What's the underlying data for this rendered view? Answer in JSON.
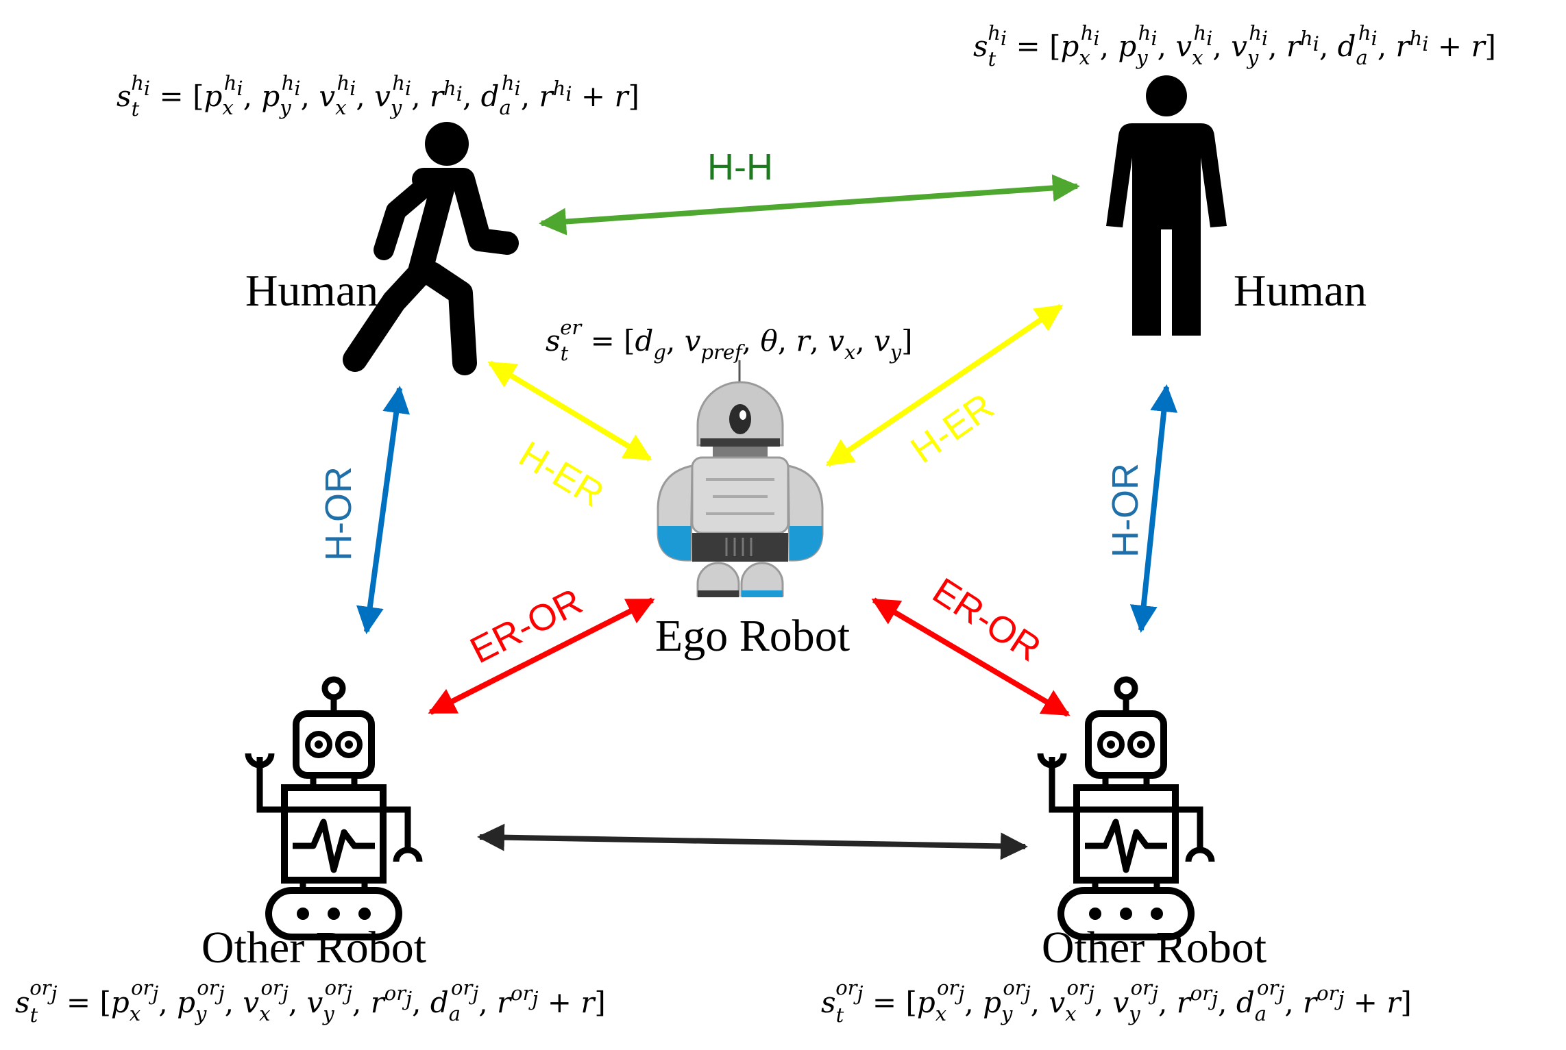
{
  "nodes": {
    "human_left": {
      "label": "Human",
      "icon": "walking-person-icon"
    },
    "human_right": {
      "label": "Human",
      "icon": "standing-person-icon"
    },
    "ego_robot": {
      "label": "Ego Robot",
      "icon": "humanoid-robot-icon"
    },
    "other_robot_left": {
      "label": "Other Robot",
      "icon": "tracked-robot-icon"
    },
    "other_robot_right": {
      "label": "Other Robot",
      "icon": "tracked-robot-icon"
    }
  },
  "edges": {
    "h_h": {
      "label": "H-H",
      "color": "#4ea72e"
    },
    "h_er_left": {
      "label": "H-ER",
      "color": "#ffff00"
    },
    "h_er_right": {
      "label": "H-ER",
      "color": "#ffff00"
    },
    "h_or_left": {
      "label": "H-OR",
      "color": "#0070c0"
    },
    "h_or_right": {
      "label": "H-OR",
      "color": "#0070c0"
    },
    "er_or_left": {
      "label": "ER-OR",
      "color": "#ff0000"
    },
    "er_or_right": {
      "label": "ER-OR",
      "color": "#ff0000"
    },
    "or_or": {
      "label": "",
      "color": "#262626"
    }
  },
  "formulas": {
    "human_state": "s_t^{h_i} = [p_x^{h_i}, p_y^{h_i}, v_x^{h_i}, v_y^{h_i}, r^{h_i}, d_a^{h_i}, r^{h_i} + r]",
    "ego_state": "s_t^{er} = [d_g, v_{pref}, θ, r, v_x, v_y]",
    "other_robot_state": "s_t^{or_j} = [p_x^{or_j}, p_y^{or_j}, v_x^{or_j}, v_y^{or_j}, r^{or_j}, d_a^{or_j}, r^{or_j} + r]"
  },
  "colors": {
    "text_label_h_h": "#1e7a1e",
    "text_label_h_or": "#1f6fa8",
    "robot_accent": "#1b9ad6"
  }
}
